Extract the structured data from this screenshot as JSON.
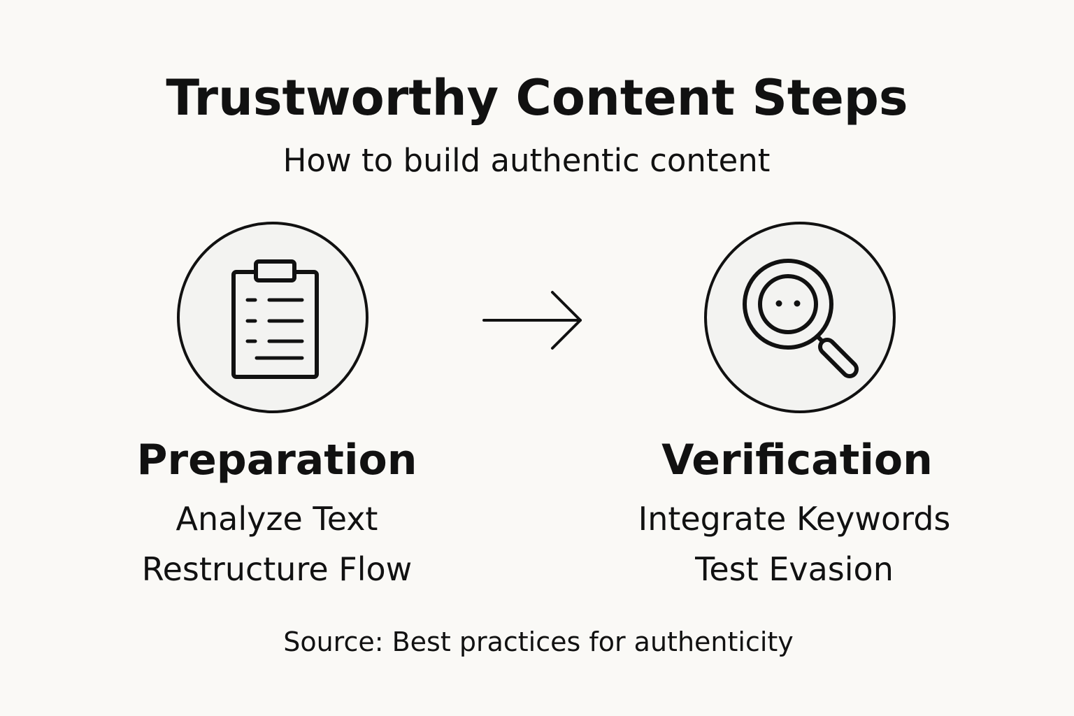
{
  "title": "Trustworthy Content Steps",
  "subtitle": "How to build authentic content",
  "steps": [
    {
      "icon": "clipboard-icon",
      "heading": "Preparation",
      "items": [
        "Analyze Text",
        "Restructure Flow"
      ]
    },
    {
      "icon": "magnifying-glass-icon",
      "heading": "Verification",
      "items": [
        "Integrate Keywords",
        "Test Evasion"
      ]
    }
  ],
  "connector_icon": "arrow-right-icon",
  "source": "Source: Best practices for authenticity",
  "colors": {
    "background": "#faf9f6",
    "ink": "#111111",
    "circle_fill": "#f3f3f1"
  }
}
